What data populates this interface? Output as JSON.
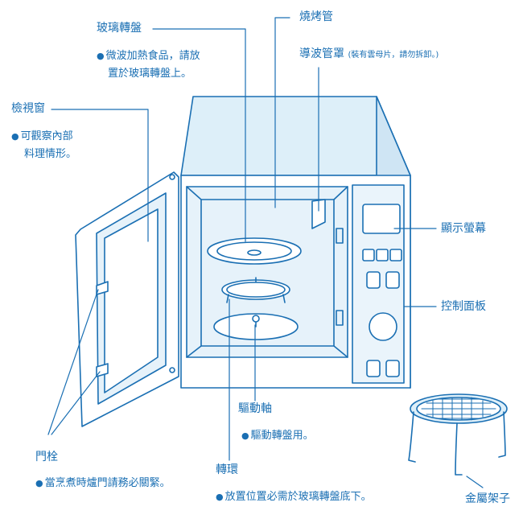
{
  "colors": {
    "line": "#1a6fb3",
    "fill": "#ddeff9",
    "accent": "#2a78bd"
  },
  "labels": {
    "glass_turntable": {
      "title": "玻璃轉盤",
      "desc1": "微波加熱食品，請放",
      "desc2": "置於玻璃轉盤上。"
    },
    "heater": {
      "title": "燒烤管"
    },
    "waveguide_cover": {
      "title": "導波管罩",
      "note": "(裝有雲母片，請勿拆卸。)"
    },
    "viewing_window": {
      "title": "檢視窗",
      "desc1": "可觀察內部",
      "desc2": "料理情形。"
    },
    "display": {
      "title": "顯示螢幕"
    },
    "control_panel": {
      "title": "控制面板"
    },
    "drive_shaft": {
      "title": "驅動軸",
      "desc": "驅動轉盤用。"
    },
    "door_latch": {
      "title": "門栓",
      "desc": "當烹煮時爐門請務必關緊。"
    },
    "roller_ring": {
      "title": "轉環",
      "desc": "放置位置必需於玻璃轉盤底下。"
    },
    "metal_rack": {
      "title": "金屬架子"
    }
  },
  "bullet": "●"
}
